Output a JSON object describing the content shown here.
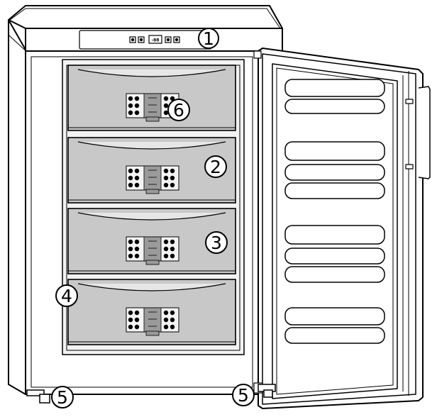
{
  "diagram": {
    "callouts": [
      {
        "id": "control-panel",
        "label": "1"
      },
      {
        "id": "drawer-2",
        "label": "2"
      },
      {
        "id": "drawer-3",
        "label": "3"
      },
      {
        "id": "drawer-4",
        "label": "4"
      },
      {
        "id": "feet",
        "label": "5"
      },
      {
        "id": "drawer-label",
        "label": "6"
      }
    ],
    "control_panel": {
      "display": "-88"
    },
    "colors": {
      "outline": "#000000",
      "drawer_fill": "#c8c8c8",
      "door_fill": "#ffffff",
      "label_panel": "#f4f4f4"
    }
  }
}
